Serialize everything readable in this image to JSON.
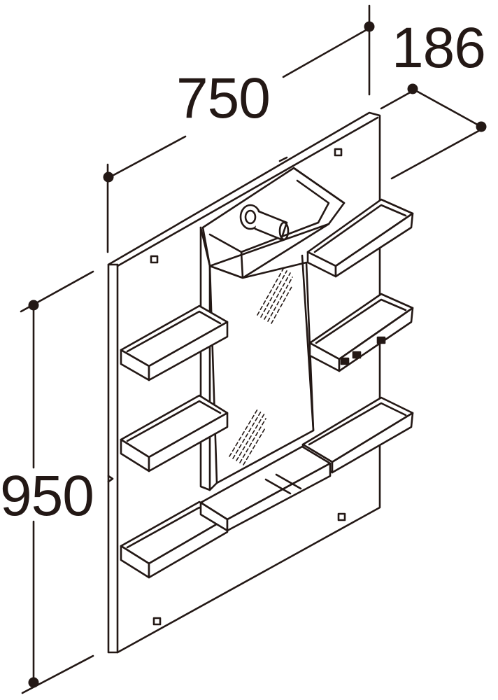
{
  "dimensions": {
    "width": "750",
    "depth": "186",
    "height": "950"
  },
  "colors": {
    "line": "#231815",
    "fill": "#ffffff"
  },
  "icons": {
    "dimension_endpoint": "dot"
  }
}
